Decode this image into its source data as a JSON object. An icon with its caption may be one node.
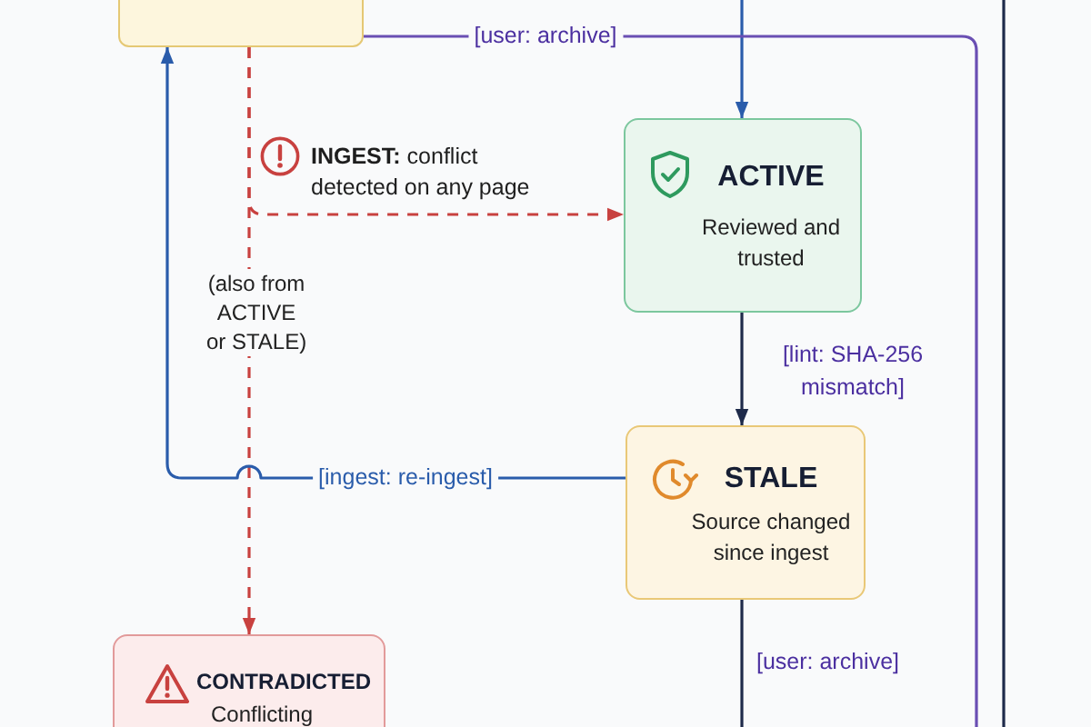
{
  "diagram": {
    "nodes": [
      {
        "text": [],
        "shape": "box"
      },
      {
        "text": [
          "ACTIVE",
          "Reviewed and trusted"
        ]
      },
      {
        "text": [
          "STALE",
          "Source changed since ingest"
        ]
      },
      {
        "text": [
          "CONTRADICTED",
          "Conflicting"
        ]
      }
    ],
    "edges": [
      {
        "from": null,
        "to": 1,
        "arrow": "to",
        "color": "#2a5cab"
      },
      {
        "from": 0,
        "to": null,
        "arrow": "none",
        "label": "[user: archive]",
        "color": "#6a4fb3"
      },
      {
        "from": 0,
        "to": 1,
        "arrow": "to",
        "label": "**INGEST:** conflict detected on any page",
        "style": "dashed",
        "color": "#c8413f"
      },
      {
        "from": 0,
        "to": 3,
        "arrow": "to",
        "label": "(also from ACTIVE or STALE)",
        "style": "dashed",
        "color": "#c8413f"
      },
      {
        "from": 2,
        "to": 0,
        "arrow": "to",
        "label": "[ingest: re-ingest]",
        "color": "#2a5cab"
      },
      {
        "from": 1,
        "to": 2,
        "arrow": "to",
        "label": "[lint: SHA-256 mismatch]",
        "color": "#1e2a4a"
      },
      {
        "from": 2,
        "to": null,
        "arrow": "none",
        "label": "[user: archive]",
        "color": "#1e2a4a"
      }
    ]
  }
}
